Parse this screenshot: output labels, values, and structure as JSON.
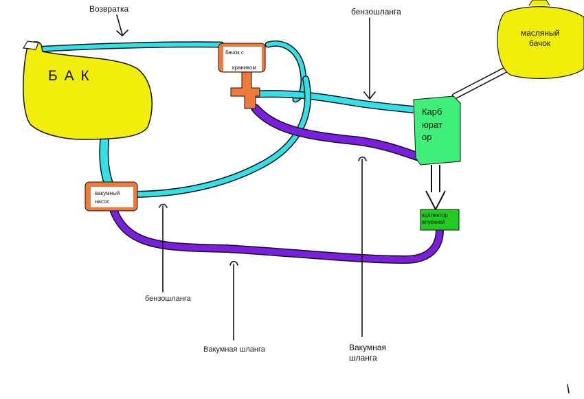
{
  "labels": {
    "return_line": "Возвратка",
    "fuel_hose_top": "бензошланга",
    "fuel_hose_bottom": "бензошланга",
    "oil_tank": [
      "масляный",
      "бачок"
    ],
    "tank": "Б А К",
    "tank_with_tap": [
      "бачок с",
      "краником"
    ],
    "carburetor": [
      "Карб",
      "юрат",
      "ор"
    ],
    "vacuum_pump": [
      "вакумный",
      "насос"
    ],
    "collector": [
      "коллектор",
      "впускной"
    ],
    "vacuum_hose_center": "Вакумная шланга",
    "vacuum_hose_right": [
      "Вакумная",
      "шланга"
    ]
  },
  "colors": {
    "fuel_hose": "#33e0e8",
    "vacuum_hose": "#7a1fe0",
    "tank": "#f2ee0c",
    "tap_tank": "#f07a3a",
    "carburetor": "#3ef07a",
    "collector": "#22cc22"
  }
}
